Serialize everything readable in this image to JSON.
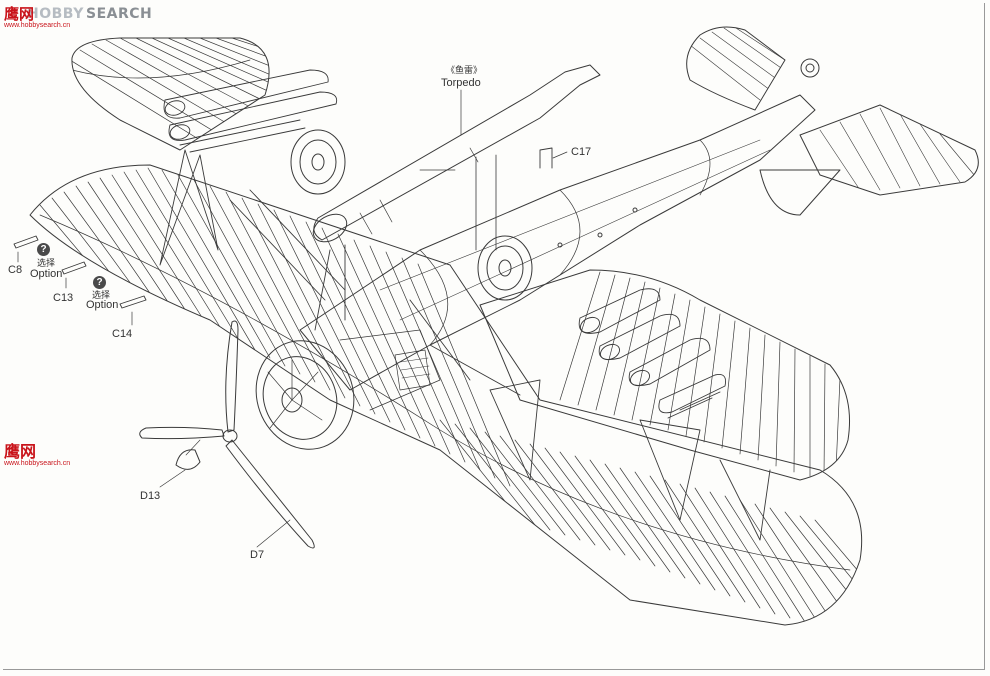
{
  "logo": {
    "brand_cn": "鹰网",
    "brand_en_1": "HOBBY",
    "brand_en_2": "SEARCH",
    "url": "www.hobbysearch.cn"
  },
  "watermark": {
    "cn": "鹰网",
    "url": "www.hobbysearch.cn"
  },
  "labels": {
    "torpedo_cn": "《鱼雷》",
    "torpedo_en": "Torpedo",
    "c17": "C17",
    "c8": "C8",
    "c13": "C13",
    "c14": "C14",
    "d13": "D13",
    "d7": "D7",
    "option_cn_1": "选择",
    "option_en_1": "Option",
    "option_cn_2": "选择",
    "option_en_2": "Option",
    "option_icon": "?"
  },
  "colors": {
    "line": "#3a3a3a",
    "brand_red": "#c9141b"
  }
}
